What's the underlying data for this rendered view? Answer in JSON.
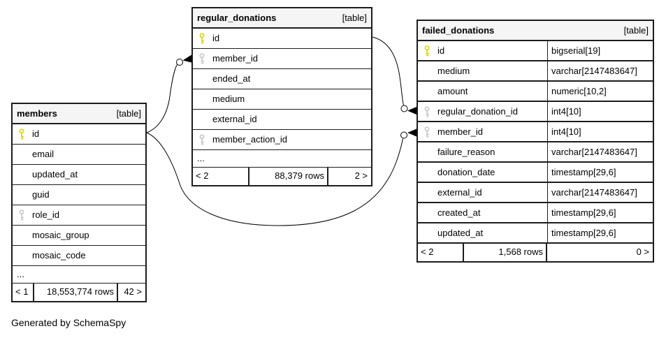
{
  "footer_note": "Generated by SchemaSpy",
  "colors": {
    "header_bg": "#f5f5f5",
    "border": "#1c1c1c",
    "primary_key": "#d9d900",
    "foreign_key": "#c8c8c8",
    "row_bg": "#ffffff"
  },
  "tables": {
    "members": {
      "name": "members",
      "badge": "[table]",
      "ellipsis": "...",
      "columns": [
        {
          "name": "id",
          "key": "primary"
        },
        {
          "name": "email",
          "key": ""
        },
        {
          "name": "updated_at",
          "key": ""
        },
        {
          "name": "guid",
          "key": ""
        },
        {
          "name": "role_id",
          "key": "foreign"
        },
        {
          "name": "mosaic_group",
          "key": ""
        },
        {
          "name": "mosaic_code",
          "key": ""
        }
      ],
      "footer": {
        "left": "< 1",
        "center": "18,553,774 rows",
        "right": "42 >"
      }
    },
    "regular_donations": {
      "name": "regular_donations",
      "badge": "[table]",
      "ellipsis": "...",
      "columns": [
        {
          "name": "id",
          "key": "primary"
        },
        {
          "name": "member_id",
          "key": "foreign"
        },
        {
          "name": "ended_at",
          "key": ""
        },
        {
          "name": "medium",
          "key": ""
        },
        {
          "name": "external_id",
          "key": ""
        },
        {
          "name": "member_action_id",
          "key": "foreign"
        }
      ],
      "footer": {
        "left": "< 2",
        "center": "88,379 rows",
        "right": "2 >"
      }
    },
    "failed_donations": {
      "name": "failed_donations",
      "badge": "[table]",
      "columns": [
        {
          "name": "id",
          "type": "bigserial[19]",
          "key": "primary"
        },
        {
          "name": "medium",
          "type": "varchar[2147483647]",
          "key": ""
        },
        {
          "name": "amount",
          "type": "numeric[10,2]",
          "key": ""
        },
        {
          "name": "regular_donation_id",
          "type": "int4[10]",
          "key": "foreign"
        },
        {
          "name": "member_id",
          "type": "int4[10]",
          "key": "foreign"
        },
        {
          "name": "failure_reason",
          "type": "varchar[2147483647]",
          "key": ""
        },
        {
          "name": "donation_date",
          "type": "timestamp[29,6]",
          "key": ""
        },
        {
          "name": "external_id",
          "type": "varchar[2147483647]",
          "key": ""
        },
        {
          "name": "created_at",
          "type": "timestamp[29,6]",
          "key": ""
        },
        {
          "name": "updated_at",
          "type": "timestamp[29,6]",
          "key": ""
        }
      ],
      "footer": {
        "left": "< 2",
        "center": "1,568 rows",
        "right": "0 >"
      }
    }
  },
  "relationships": [
    {
      "from": "members.id",
      "to": "regular_donations.member_id"
    },
    {
      "from": "members.id",
      "to": "failed_donations.member_id"
    },
    {
      "from": "regular_donations.id",
      "to": "failed_donations.regular_donation_id"
    }
  ]
}
